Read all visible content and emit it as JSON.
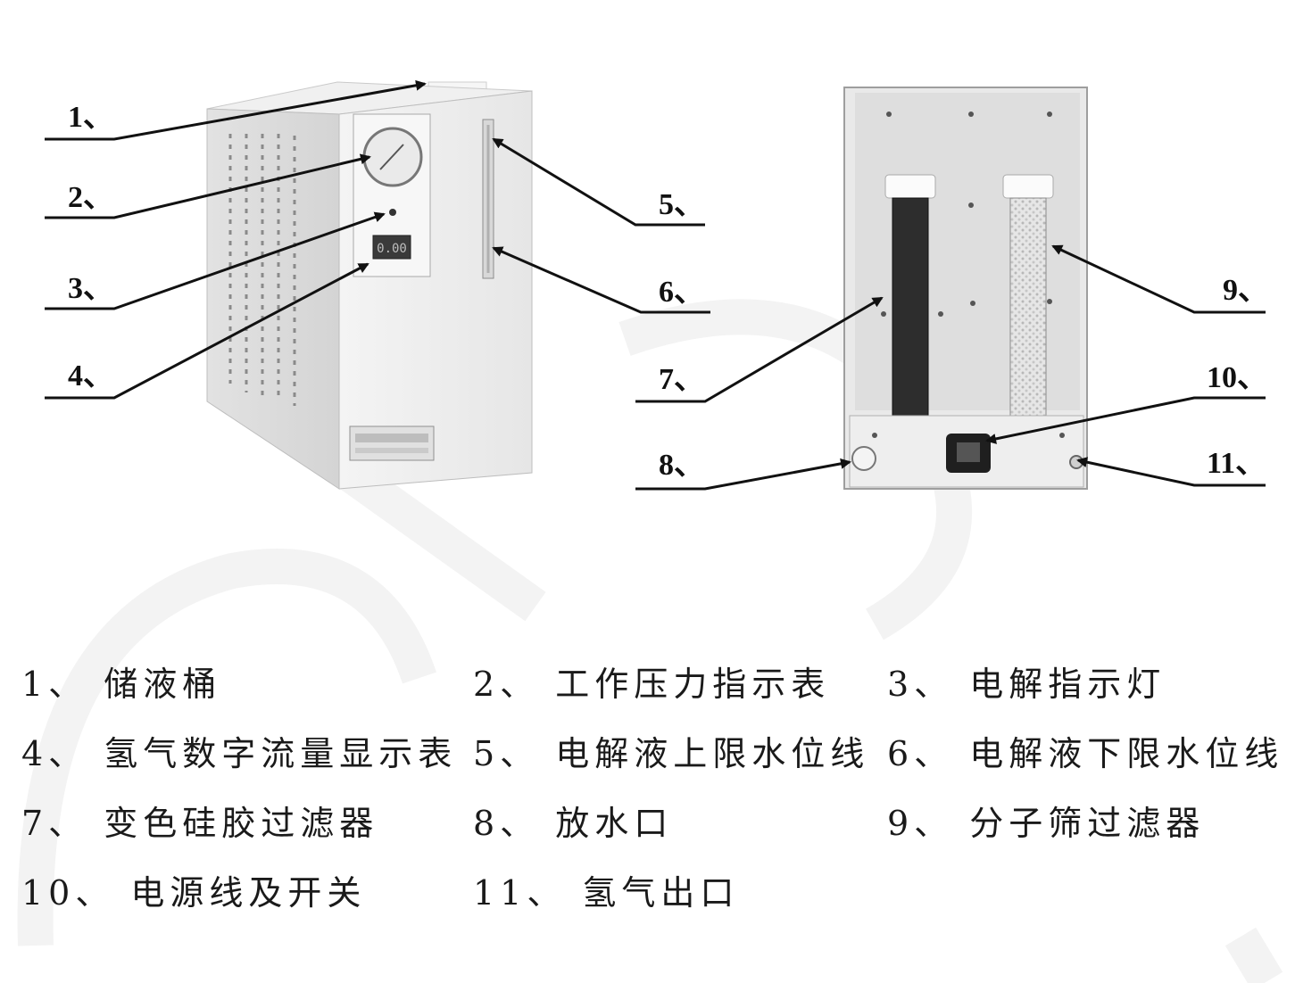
{
  "callouts": [
    "1、",
    "2、",
    "3、",
    "4、",
    "5、",
    "6、",
    "7、",
    "8、",
    "9、",
    "10、",
    "11、"
  ],
  "legend": [
    "1、 储液桶",
    "2、 工作压力指示表",
    "3、 电解指示灯",
    "4、 氢气数字流量显示表",
    "5、 电解液上限水位线",
    "6、 电解液下限水位线",
    "7、 变色硅胶过滤器",
    "8、 放水口",
    "9、 分子筛过滤器",
    "10、 电源线及开关",
    "11、 氢气出口"
  ],
  "front_panel": {
    "display_value": "0.00"
  },
  "colors": {
    "cabinet": "#ececec",
    "cabinet_shadow": "#d2d2d2",
    "line": "#1a1a1a",
    "silica_filter": "#2b2b2b",
    "sieve_filter": "#dcdcdc",
    "watermark": "#f2f2f2"
  }
}
